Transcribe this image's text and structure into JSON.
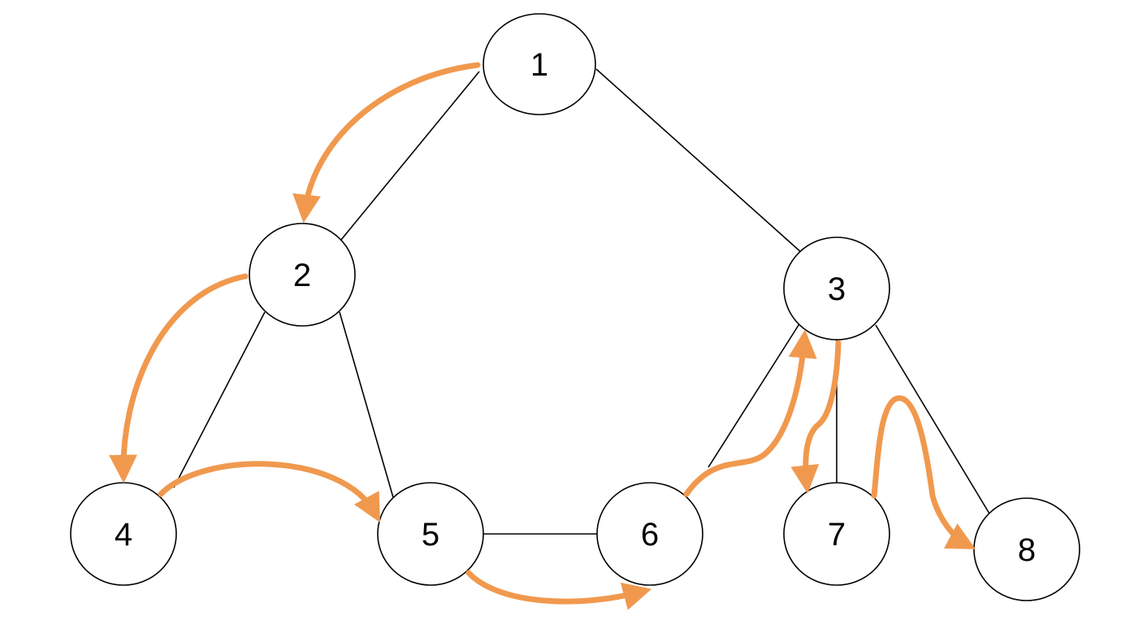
{
  "colors": {
    "traversal_arrow": "#F0994E",
    "node_border": "#000000",
    "node_fill": "#FFFFFF",
    "edge": "#000000"
  },
  "graph": {
    "nodes": [
      {
        "id": "1",
        "label": "1"
      },
      {
        "id": "2",
        "label": "2"
      },
      {
        "id": "3",
        "label": "3"
      },
      {
        "id": "4",
        "label": "4"
      },
      {
        "id": "5",
        "label": "5"
      },
      {
        "id": "6",
        "label": "6"
      },
      {
        "id": "7",
        "label": "7"
      },
      {
        "id": "8",
        "label": "8"
      }
    ],
    "edges": [
      {
        "from": "1",
        "to": "2"
      },
      {
        "from": "1",
        "to": "3"
      },
      {
        "from": "2",
        "to": "4"
      },
      {
        "from": "2",
        "to": "5"
      },
      {
        "from": "5",
        "to": "6"
      },
      {
        "from": "3",
        "to": "6"
      },
      {
        "from": "3",
        "to": "7"
      },
      {
        "from": "3",
        "to": "8"
      }
    ],
    "traversal": [
      {
        "from": "1",
        "to": "2"
      },
      {
        "from": "2",
        "to": "4"
      },
      {
        "from": "4",
        "to": "5"
      },
      {
        "from": "5",
        "to": "6"
      },
      {
        "from": "6",
        "to": "3"
      },
      {
        "from": "3",
        "to": "7"
      },
      {
        "from": "7",
        "to": "8"
      }
    ]
  }
}
